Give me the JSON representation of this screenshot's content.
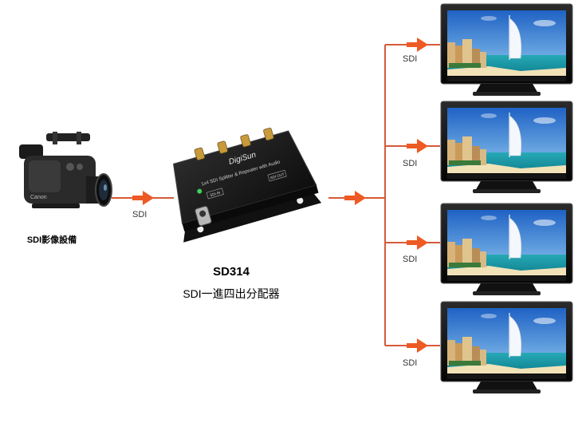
{
  "source": {
    "label": "SDI影像設備",
    "icon": "video-camera-icon",
    "brand": "Canon"
  },
  "device": {
    "model": "SD314",
    "description": "SDI一進四出分配器",
    "icon": "splitter-box-icon",
    "brand": "DigiSun",
    "face_text": "1x4 SDI Splitter & Repeater with Audio",
    "port_in": "SDI IN",
    "port_out": "SDI OUT"
  },
  "input_link_label": "SDI",
  "outputs": [
    {
      "label": "SDI",
      "icon": "monitor-icon"
    },
    {
      "label": "SDI",
      "icon": "monitor-icon"
    },
    {
      "label": "SDI",
      "icon": "monitor-icon"
    },
    {
      "label": "SDI",
      "icon": "monitor-icon"
    }
  ],
  "colors": {
    "arrow": "#ee5a24",
    "line": "#d65a3a",
    "device_body": "#1b1b1b",
    "monitor_bezel": "#0d0d0d",
    "sky": "#3f8fd9",
    "sea": "#2bb0b8"
  }
}
